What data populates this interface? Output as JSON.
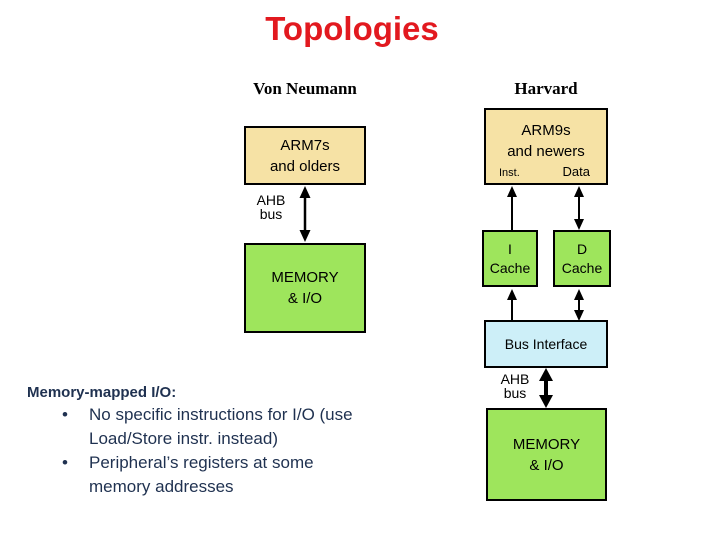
{
  "title": "Topologies",
  "colors": {
    "title_red": "#e2191f",
    "box_wheat": "#f6e2a5",
    "box_green": "#9ee55c",
    "box_cyan": "#cdeff8",
    "text_navy": "#1f3150",
    "line_black": "#000000"
  },
  "von_neumann": {
    "label": "Von Neumann",
    "cpu_line1": "ARM7s",
    "cpu_line2": "and olders",
    "bus_label": "AHB\nbus",
    "mem_line1": "MEMORY",
    "mem_line2": "& I/O"
  },
  "harvard": {
    "label": "Harvard",
    "cpu_line1": "ARM9s",
    "cpu_line2": "and newers",
    "port_left": "Inst.",
    "port_right": "Data",
    "icache_line1": "I",
    "icache_line2": "Cache",
    "dcache_line1": "D",
    "dcache_line2": "Cache",
    "bus_interface": "Bus Interface",
    "bus_label": "AHB\nbus",
    "mem_line1": "MEMORY",
    "mem_line2": "& I/O"
  },
  "notes": {
    "heading": "Memory-mapped I/O:",
    "bullets": [
      "No specific instructions for I/O (use\nLoad/Store instr. instead)",
      "Peripheral’s registers at some\nmemory addresses"
    ]
  }
}
